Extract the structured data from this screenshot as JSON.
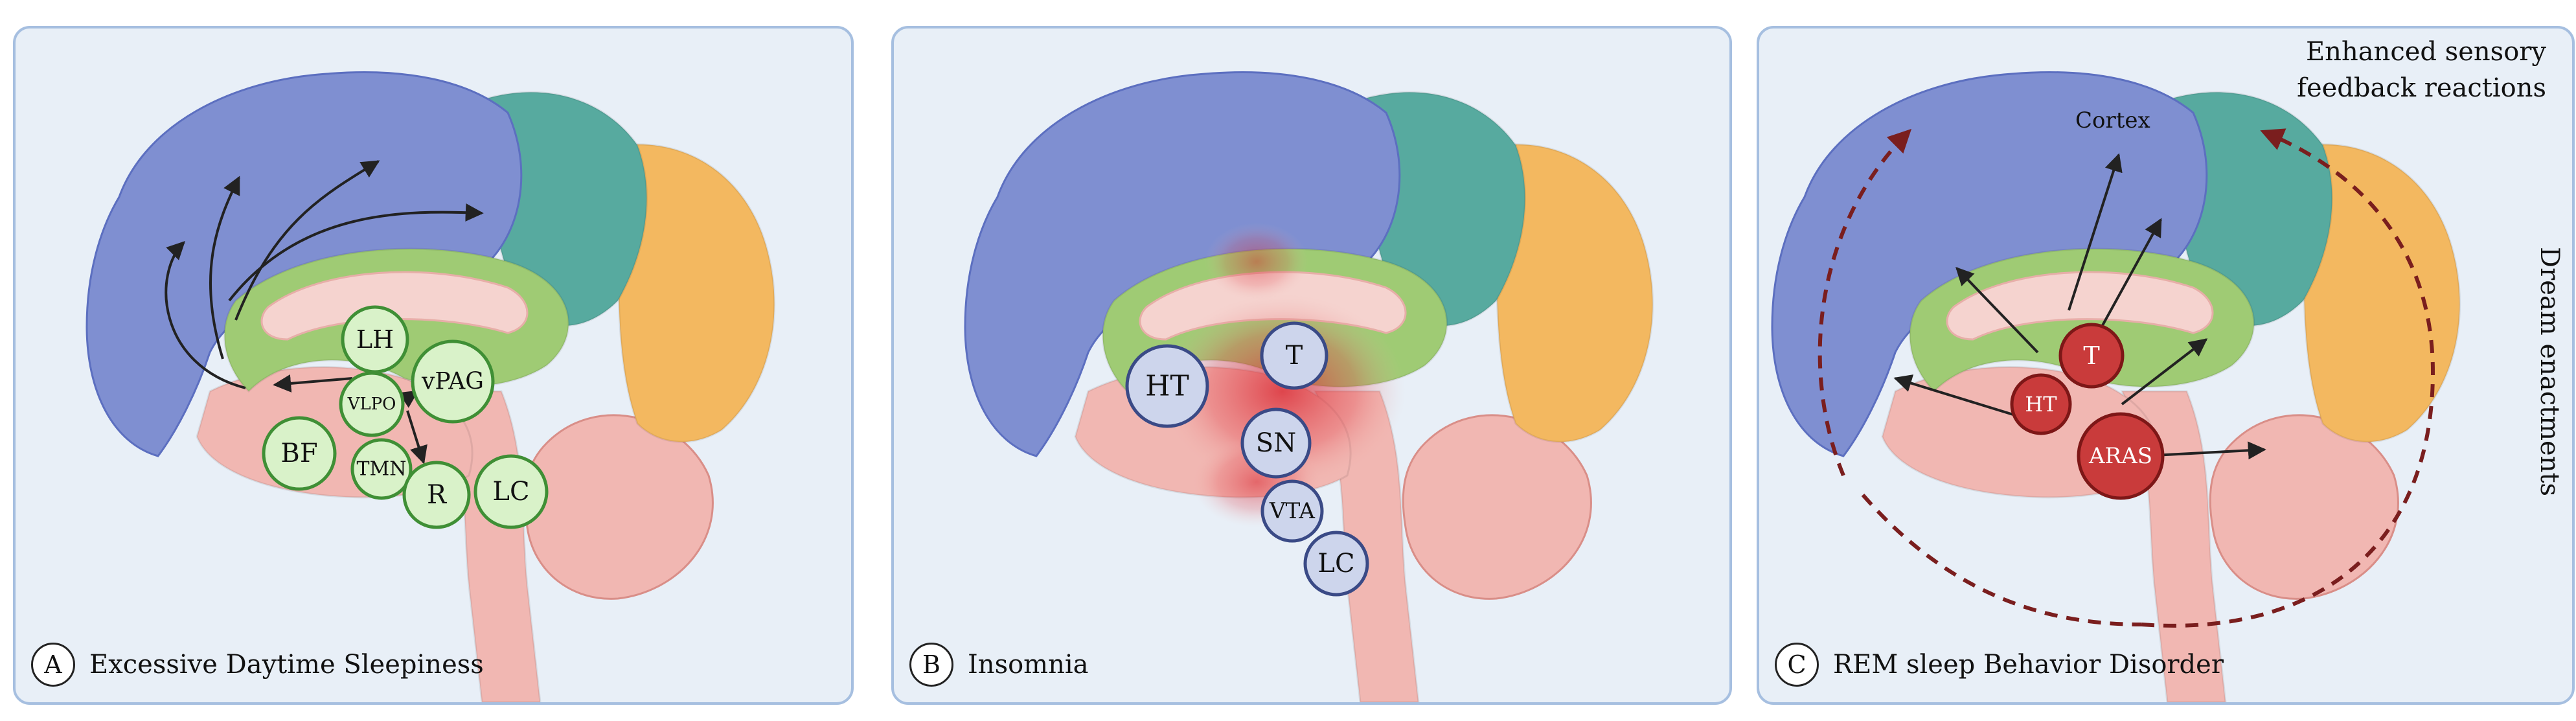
{
  "colors": {
    "frontal": "#7f8fd1",
    "parietal": "#57aa9f",
    "occipital": "#f3b860",
    "cingulate": "#9fcb74",
    "brainstem": "#f1b7b2",
    "green_node": "#d9f2c9",
    "green_stroke": "#3f8f35",
    "blue_node": "#cdd5ec",
    "blue_stroke": "#3a4a86",
    "red_node": "#c93b3b",
    "dashed_arrow": "#7a1e1e"
  },
  "panel_a": {
    "letter": "A",
    "caption": "Excessive Daytime Sleepiness",
    "nodes": [
      {
        "id": "lh",
        "label": "LH"
      },
      {
        "id": "vlpo",
        "label": "VLPO"
      },
      {
        "id": "vpag",
        "label": "vPAG"
      },
      {
        "id": "bf",
        "label": "BF"
      },
      {
        "id": "tmn",
        "label": "TMN"
      },
      {
        "id": "r",
        "label": "R"
      },
      {
        "id": "lc",
        "label": "LC"
      }
    ]
  },
  "panel_b": {
    "letter": "B",
    "caption": "Insomnia",
    "nodes": [
      {
        "id": "ht",
        "label": "HT"
      },
      {
        "id": "t",
        "label": "T"
      },
      {
        "id": "sn",
        "label": "SN"
      },
      {
        "id": "vta",
        "label": "VTA"
      },
      {
        "id": "lc",
        "label": "LC"
      }
    ]
  },
  "panel_c": {
    "letter": "C",
    "caption": "REM sleep Behavior Disorder",
    "cortex_label": "Cortex",
    "feedback_line1": "Enhanced sensory",
    "feedback_line2": "feedback reactions",
    "dream_label": "Dream enactments",
    "nodes": [
      {
        "id": "t",
        "label": "T"
      },
      {
        "id": "ht",
        "label": "HT"
      },
      {
        "id": "aras",
        "label": "ARAS"
      }
    ]
  }
}
